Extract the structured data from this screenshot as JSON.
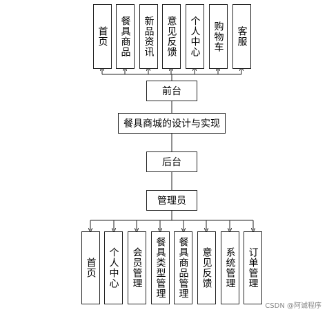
{
  "diagram": {
    "front_items": [
      "首页",
      "餐具商品",
      "新品资讯",
      "意见反馈",
      "个人中心",
      "购物车",
      "客服"
    ],
    "front_label": "前台",
    "system_title": "餐具商城的设计与实现",
    "back_label": "后台",
    "admin_label": "管理员",
    "admin_items": [
      "首页",
      "个人中心",
      "会员管理",
      "餐具类型管理",
      "餐具商品管理",
      "意见反馈",
      "系统管理",
      "订单管理"
    ]
  },
  "watermark": "CSDN @阿诚程序"
}
